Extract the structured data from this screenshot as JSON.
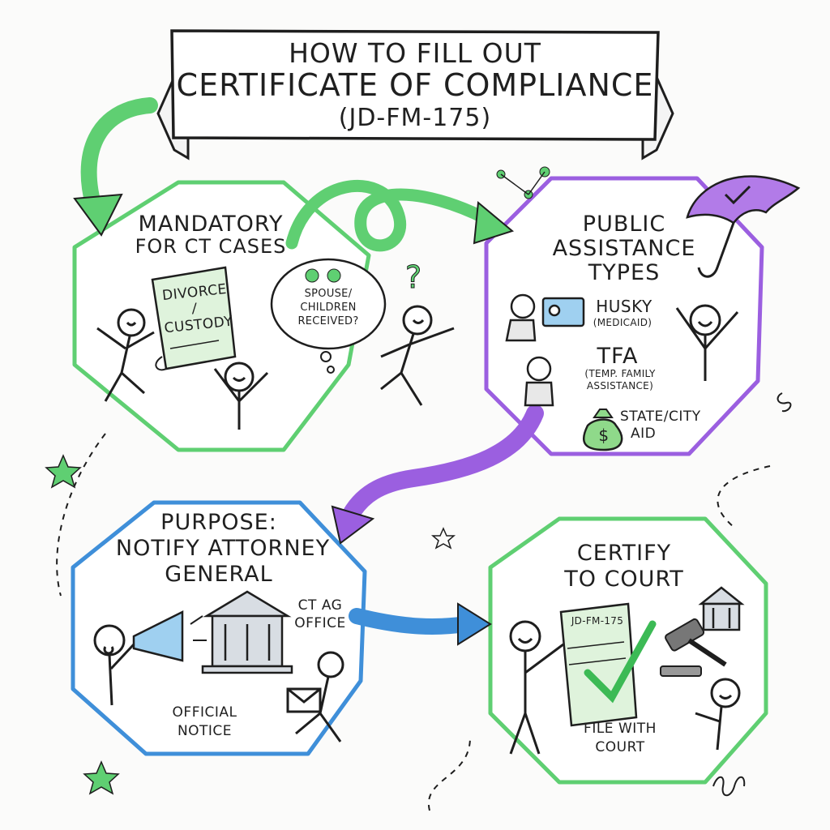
{
  "title": {
    "line1": "HOW TO FILL OUT",
    "line2": "CERTIFICATE OF COMPLIANCE",
    "line3": "(JD-FM-175)"
  },
  "panels": {
    "mandatory": {
      "heading": [
        "MANDATORY",
        "FOR CT CASES"
      ],
      "scroll": [
        "DIVORCE",
        "/",
        "CUSTODY"
      ],
      "thought": [
        "SPOUSE/",
        "CHILDREN",
        "RECEIVED?"
      ]
    },
    "public_assistance": {
      "heading": [
        "PUBLIC",
        "ASSISTANCE",
        "TYPES"
      ],
      "husky": "HUSKY",
      "husky_sub": "(MEDICAID)",
      "tfa": "TFA",
      "tfa_sub": [
        "(TEMP. FAMILY",
        "ASSISTANCE)"
      ],
      "state_aid": [
        "STATE/CITY",
        "AID"
      ],
      "money_symbol": "$"
    },
    "purpose": {
      "heading": [
        "PURPOSE:",
        "NOTIFY ATTORNEY",
        "GENERAL"
      ],
      "office": [
        "CT AG",
        "OFFICE"
      ],
      "notice": [
        "OFFICIAL",
        "NOTICE"
      ]
    },
    "certify": {
      "heading": [
        "CERTIFY",
        "TO COURT"
      ],
      "form_label": "JD-FM-175",
      "file": [
        "FILE WITH",
        "COURT"
      ]
    }
  },
  "colors": {
    "green": "#5fcf72",
    "purple": "#9b5fe0",
    "blue": "#3f8fd9",
    "ink": "#1e1e1e",
    "paper_green": "#dff3dc"
  }
}
